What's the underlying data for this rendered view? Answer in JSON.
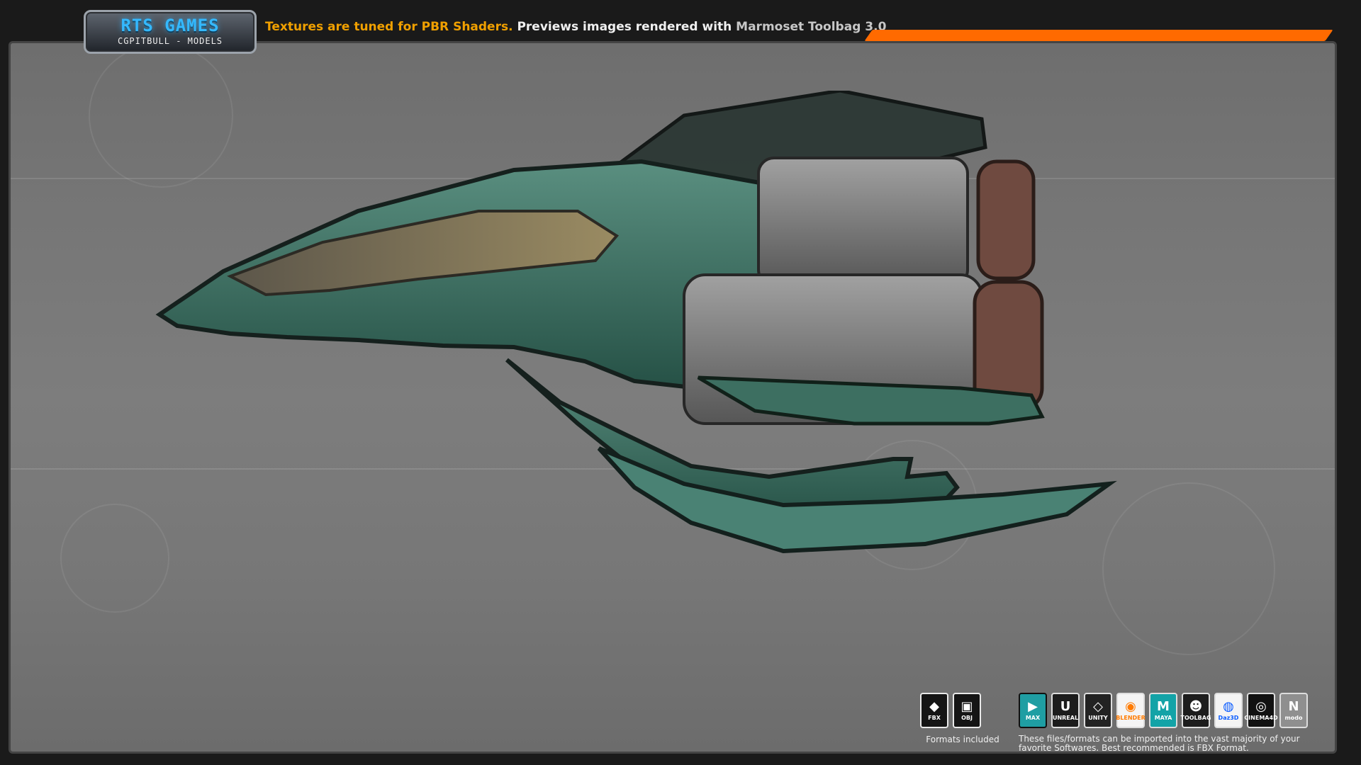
{
  "header": {
    "logo_title": "RTS GAMES",
    "logo_subtitle": "CGPITBULL - MODELS",
    "line_part1": "Textures are tuned for PBR Shaders.",
    "line_part2": " Previews images rendered with ",
    "line_part3": "Marmoset Toolbag 3.0"
  },
  "footer": {
    "formats_label": "Formats included",
    "software_label": "These files/formats can be imported into the vast majority of your favorite Softwares. Best recommended is FBX Format."
  },
  "formats": [
    {
      "name": "FBX"
    },
    {
      "name": "OBJ"
    }
  ],
  "software_icons": [
    {
      "name": "MAX",
      "color": "#1f9ea3"
    },
    {
      "name": "UNREAL",
      "color": "#1c1c1c"
    },
    {
      "name": "UNITY",
      "color": "#222222"
    },
    {
      "name": "BLENDER",
      "color": "#f4f4f4"
    },
    {
      "name": "MAYA",
      "color": "#13a3a7"
    },
    {
      "name": "TOOLBAG",
      "color": "#1d1d1d"
    },
    {
      "name": "Daz3D",
      "color": "#f4f4f4"
    },
    {
      "name": "CINEMA4D",
      "color": "#111111"
    },
    {
      "name": "modo",
      "color": "#8f8f8f"
    }
  ],
  "colors": {
    "accent": "#f0a000",
    "orange_bar": "#ff6a00",
    "ship_green": "#2f6f5d",
    "panel_gray": "#777777"
  }
}
